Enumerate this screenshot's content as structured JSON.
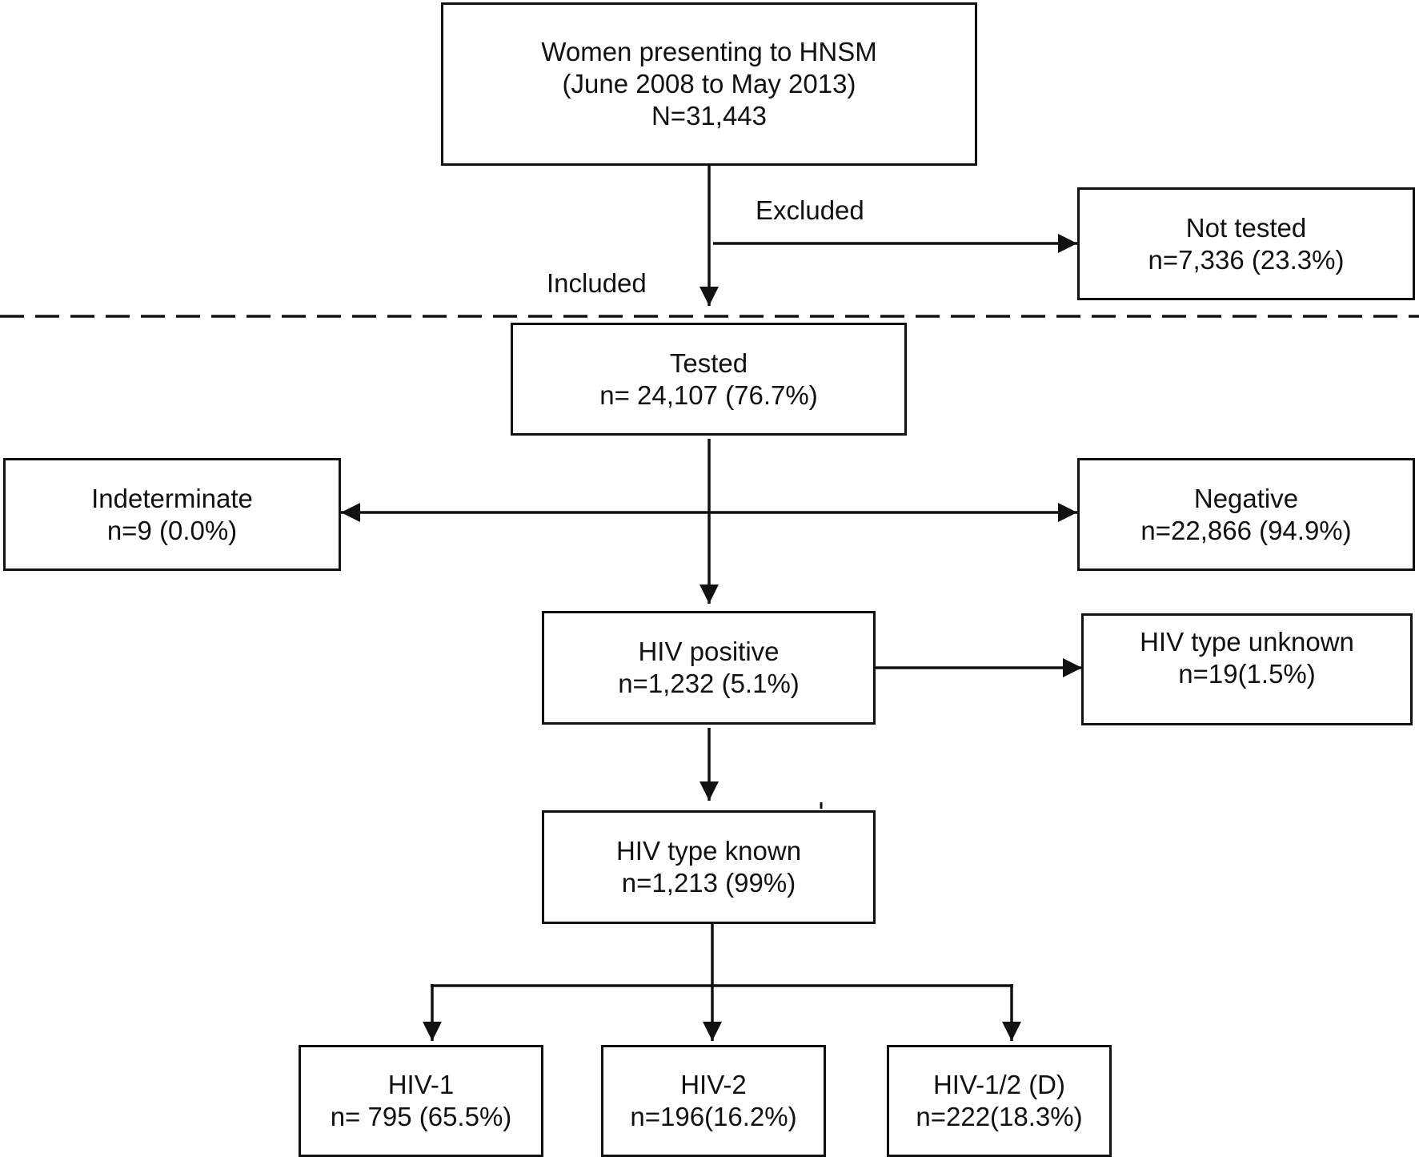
{
  "flowchart": {
    "nodes": {
      "women": {
        "lines": [
          "Women presenting to HNSM",
          "(June 2008 to May 2013)",
          "N=31,443"
        ]
      },
      "not_tested": {
        "lines": [
          "Not tested",
          "n=7,336 (23.3%)"
        ]
      },
      "tested": {
        "lines": [
          "Tested",
          "n= 24,107 (76.7%)"
        ]
      },
      "indeterminate": {
        "lines": [
          "Indeterminate",
          "n=9 (0.0%)"
        ]
      },
      "negative": {
        "lines": [
          "Negative",
          "n=22,866 (94.9%)"
        ]
      },
      "hiv_positive": {
        "lines": [
          "HIV positive",
          "n=1,232 (5.1%)"
        ]
      },
      "hiv_type_unknown": {
        "lines": [
          "HIV type unknown",
          "n=19(1.5%)"
        ]
      },
      "hiv_type_known": {
        "lines": [
          "HIV type known",
          "n=1,213 (99%)"
        ]
      },
      "hiv1": {
        "lines": [
          "HIV-1",
          "n= 795 (65.5%)"
        ]
      },
      "hiv2": {
        "lines": [
          "HIV-2",
          "n=196(16.2%)"
        ]
      },
      "hiv12": {
        "lines": [
          "HIV-1/2 (D)",
          "n=222(18.3%)"
        ]
      }
    },
    "edge_labels": {
      "excluded": "Excluded",
      "included": "Included"
    },
    "colors": {
      "line": "#111111",
      "background": "#ffffff"
    }
  }
}
